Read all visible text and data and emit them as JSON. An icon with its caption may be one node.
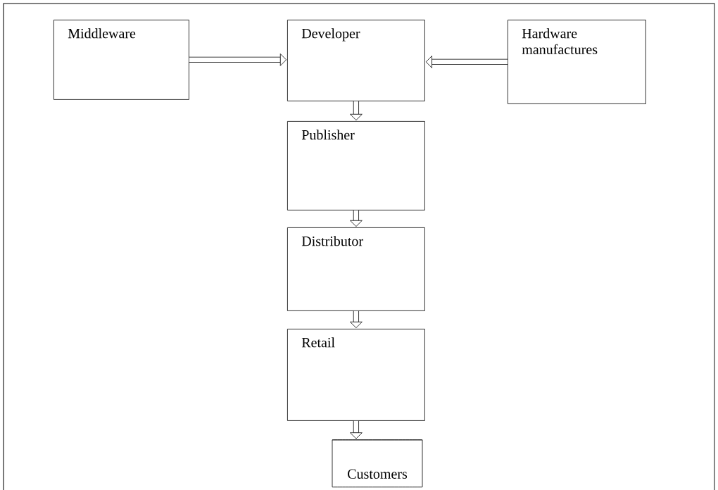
{
  "diagram": {
    "nodes": [
      {
        "text": [
          "Middleware"
        ]
      },
      {
        "text": [
          "Developer"
        ]
      },
      {
        "text": [
          "Hardware manufactures"
        ]
      },
      {
        "text": [
          "Publisher"
        ]
      },
      {
        "text": [
          "Distributor"
        ]
      },
      {
        "text": [
          "Retail"
        ]
      },
      {
        "text": [
          "Customers"
        ]
      }
    ],
    "edges": [
      {
        "from": 0,
        "to": 1,
        "arrow": "to"
      },
      {
        "from": 2,
        "to": 1,
        "arrow": "to"
      },
      {
        "from": 1,
        "to": 3,
        "arrow": "to"
      },
      {
        "from": 3,
        "to": 4,
        "arrow": "to"
      },
      {
        "from": 4,
        "to": 5,
        "arrow": "to"
      },
      {
        "from": 5,
        "to": 6,
        "arrow": "to"
      }
    ]
  }
}
